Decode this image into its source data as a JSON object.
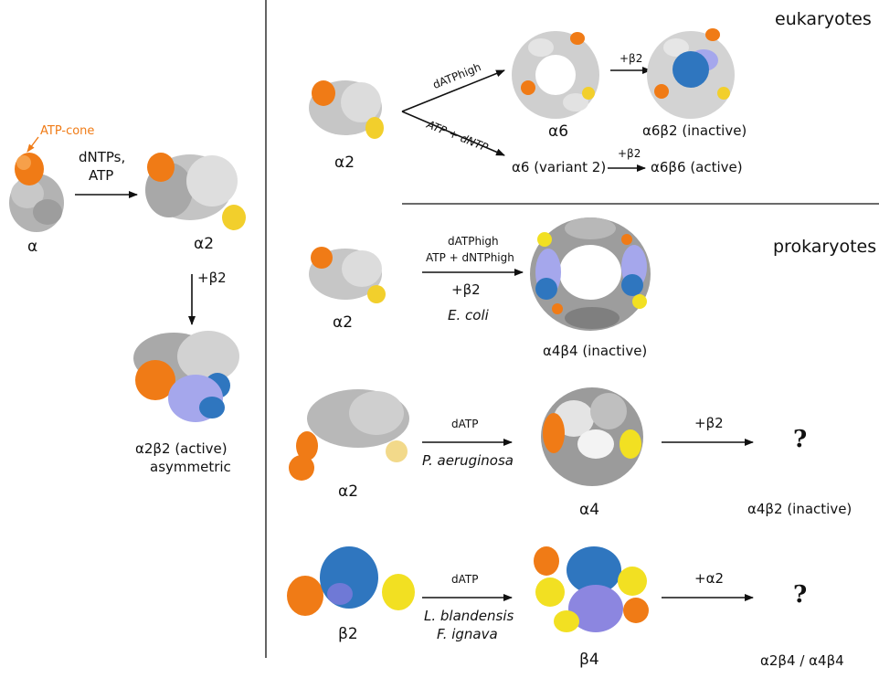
{
  "colors": {
    "gray_dark": "#8c8c8c",
    "gray_mid": "#b3b3b3",
    "gray_light": "#dcdcdc",
    "orange": "#f07b16",
    "yellow": "#f2e022",
    "pale_yellow": "#f2d98a",
    "blue": "#2f76bf",
    "lavender": "#a5a7ec",
    "arrow": "#111111",
    "cone_label": "#f07b16"
  },
  "left": {
    "atp_cone": "ATP-cone",
    "alpha": "α",
    "dntps_line1": "dNTPs,",
    "dntps_line2": "ATP",
    "alpha2": "α2",
    "plus_beta2": "+β2",
    "complex": "α2β2 (active)",
    "asym": "asymmetric"
  },
  "euk": {
    "header": "eukaryotes",
    "alpha2": "α2",
    "cond_top": "dATPhigh",
    "cond_bot": "ATP + dNTP",
    "alpha6": "α6",
    "plus_beta2_top": "+β2",
    "a6b2": "α6β2 (inactive)",
    "alpha6_v2": "α6 (variant 2)",
    "plus_beta2_bot": "+β2",
    "a6b6": "α6β6 (active)"
  },
  "pro": {
    "header": "prokaryotes",
    "ecoli": {
      "alpha2": "α2",
      "cond1": "dATPhigh",
      "cond2": "ATP + dNTPhigh",
      "plus_beta2": "+β2",
      "species": "E. coli",
      "product": "α4β4 (inactive)"
    },
    "pa": {
      "alpha2": "α2",
      "cond": "dATP",
      "species": "P. aeruginosa",
      "alpha4": "α4",
      "plus_beta2": "+β2",
      "question": "?",
      "product": "α4β2 (inactive)"
    },
    "lb": {
      "beta2": "β2",
      "cond": "dATP",
      "species1": "L. blandensis",
      "species2": "F. ignava",
      "beta4": "β4",
      "plus_alpha2": "+α2",
      "question": "?",
      "product": "α2β4 / α4β4"
    }
  }
}
